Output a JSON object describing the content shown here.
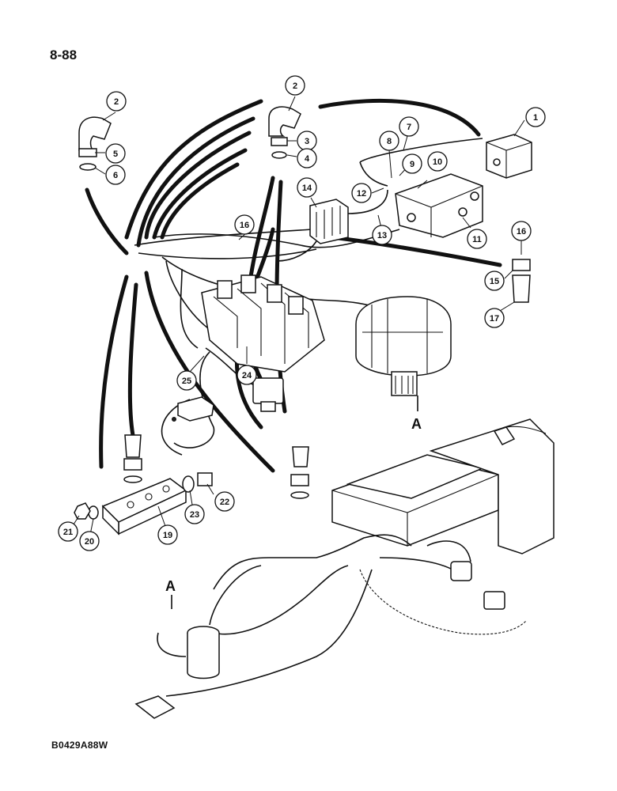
{
  "page": {
    "number": "8-88",
    "figure_code": "B0429A88W"
  },
  "callouts": [
    {
      "label": "1"
    },
    {
      "label": "2"
    },
    {
      "label": "2"
    },
    {
      "label": "3"
    },
    {
      "label": "4"
    },
    {
      "label": "5"
    },
    {
      "label": "6"
    },
    {
      "label": "7"
    },
    {
      "label": "8"
    },
    {
      "label": "9"
    },
    {
      "label": "10"
    },
    {
      "label": "11"
    },
    {
      "label": "12"
    },
    {
      "label": "13"
    },
    {
      "label": "14"
    },
    {
      "label": "15"
    },
    {
      "label": "16"
    },
    {
      "label": "16"
    },
    {
      "label": "17"
    },
    {
      "label": "19"
    },
    {
      "label": "20"
    },
    {
      "label": "21"
    },
    {
      "label": "22"
    },
    {
      "label": "23"
    },
    {
      "label": "24"
    },
    {
      "label": "25"
    }
  ],
  "reference_marks": [
    {
      "letter": "A"
    },
    {
      "letter": "A"
    }
  ]
}
